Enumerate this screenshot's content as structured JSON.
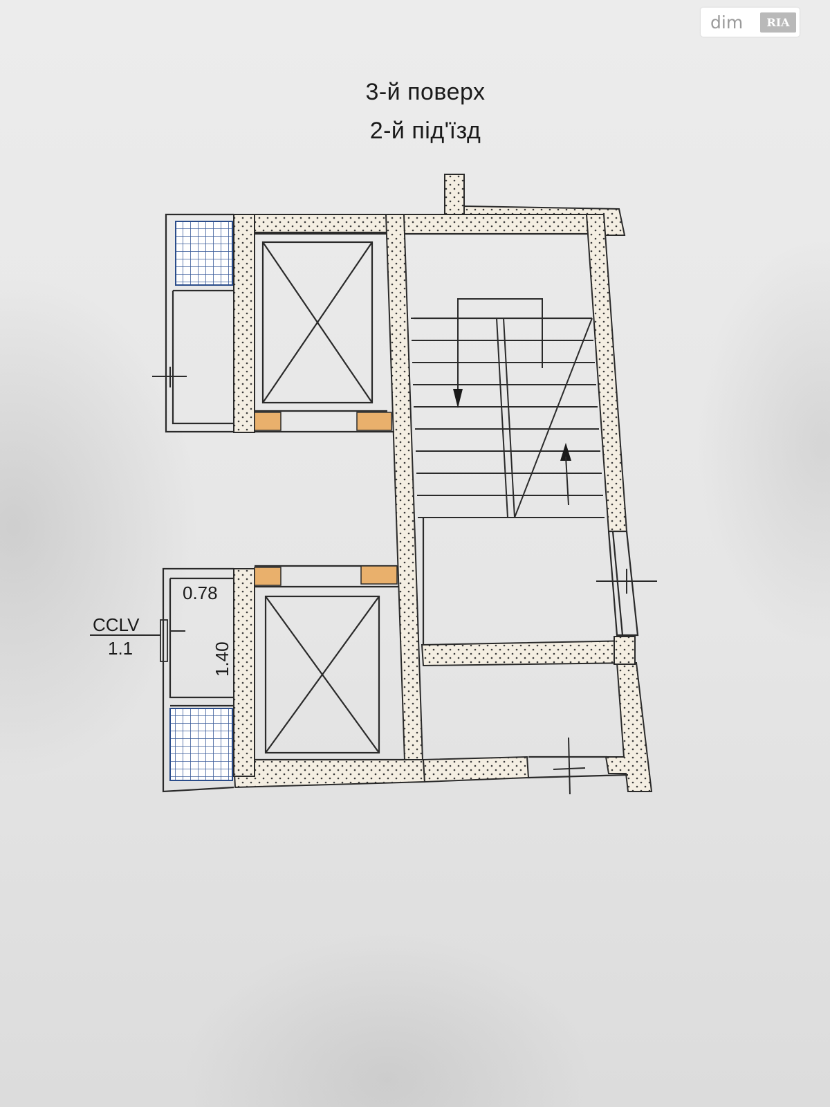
{
  "watermark": {
    "brand_text": "dim",
    "logo_text": "RIA"
  },
  "heading": {
    "floor": "3-й поверх",
    "entrance": "2-й під'їзд"
  },
  "plan": {
    "room_width": "0.78",
    "room_height": "1.40",
    "riser_code": "CCLV",
    "riser_number": "1.1"
  },
  "colors": {
    "wall_fill": "#f4eee2",
    "wall_dots": "#3a3a3a",
    "outline": "#2a2a2a",
    "shaft_tile": "#3a5c9a",
    "door_jamb": "#e9b06c"
  }
}
